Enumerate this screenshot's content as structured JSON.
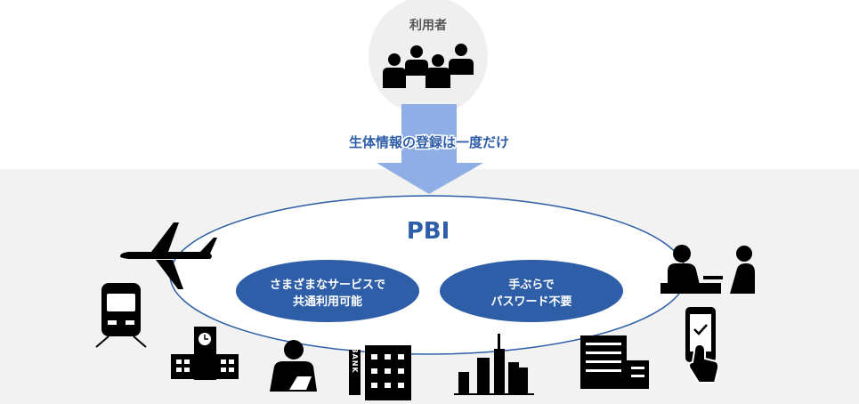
{
  "users": {
    "label": "利用者",
    "icon": "people-group-icon"
  },
  "arrow": {
    "label": "生体情報の登録は一度だけ"
  },
  "platform": {
    "title": "PBI"
  },
  "benefits": [
    {
      "line1": "さまざまなサービスで",
      "line2": "共通利用可能"
    },
    {
      "line1": "手ぶらで",
      "line2": "パスワード不要"
    }
  ],
  "services": {
    "bank_sign": "BANK"
  },
  "colors": {
    "accent": "#2e5ea8",
    "arrow": "#8faee6",
    "band": "#f2f2f2",
    "circle": "#efefef"
  }
}
